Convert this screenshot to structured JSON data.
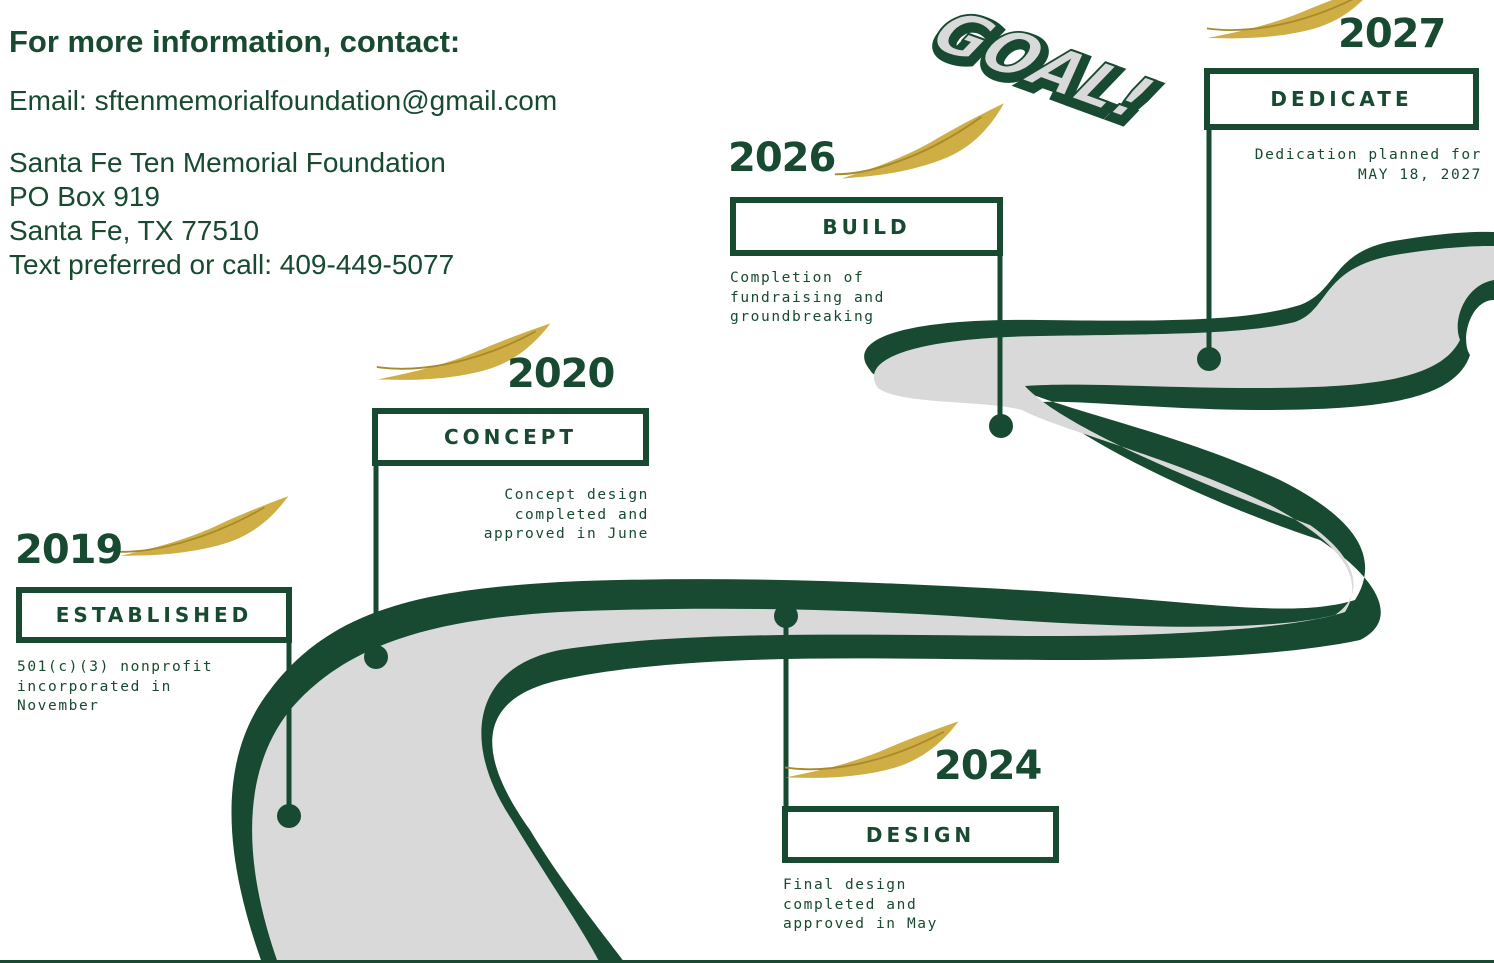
{
  "contact": {
    "heading": "For more information, contact:",
    "email": "Email: sftenmemorialfoundation@gmail.com",
    "org": "Santa Fe Ten Memorial Foundation",
    "po_box": "PO Box 919",
    "city": "Santa Fe, TX 77510",
    "phone": "Text preferred or call: 409-449-5077"
  },
  "goal_label": "GOAL!",
  "milestones": {
    "m2019": {
      "year": "2019",
      "label": "ESTABLISHED",
      "desc": [
        "501(c)(3) nonprofit",
        "incorporated in",
        "November"
      ]
    },
    "m2020": {
      "year": "2020",
      "label": "CONCEPT",
      "desc": [
        "Concept design",
        "completed and",
        "approved in June"
      ]
    },
    "m2024": {
      "year": "2024",
      "label": "DESIGN",
      "desc": [
        "Final design",
        "completed and",
        "approved in May"
      ]
    },
    "m2026": {
      "year": "2026",
      "label": "BUILD",
      "desc": [
        "Completion of",
        "fundraising and",
        "groundbreaking"
      ]
    },
    "m2027": {
      "year": "2027",
      "label": "DEDICATE",
      "desc": [
        "Dedication planned for",
        "MAY 18, 2027"
      ]
    }
  },
  "colors": {
    "green": "#174a30",
    "road": "#d9d9d9",
    "feather": "#cfae45"
  },
  "icons": [
    "feather-icon",
    "road-illustration",
    "goal-burst-icon"
  ]
}
